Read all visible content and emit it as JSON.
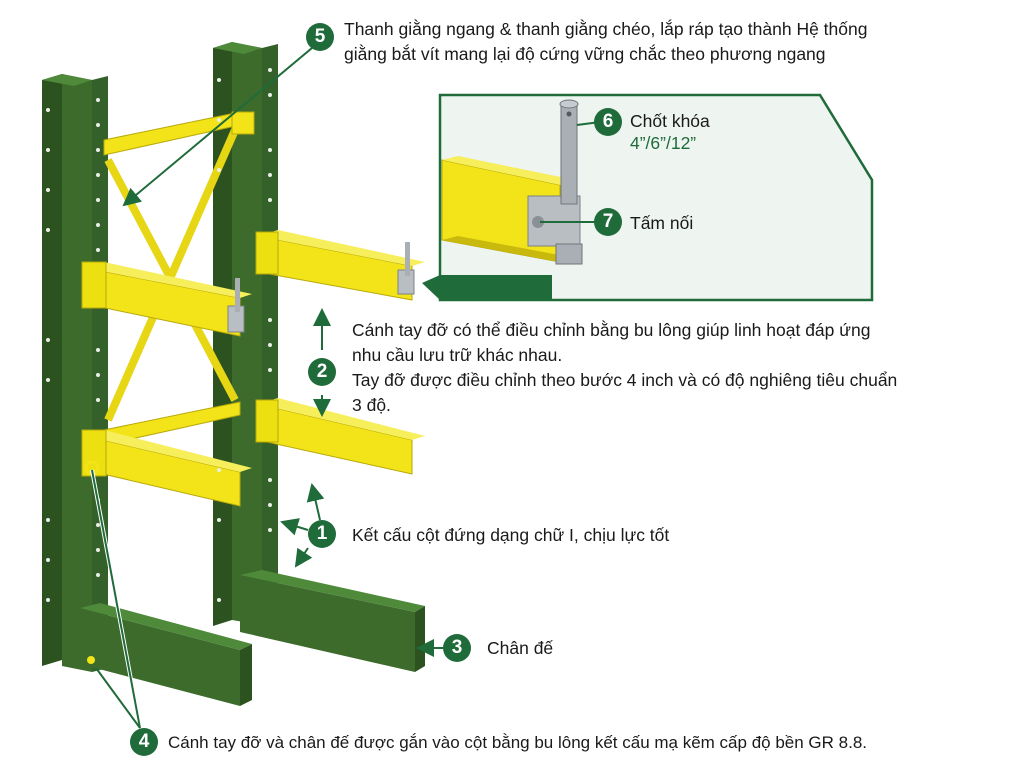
{
  "colors": {
    "column_green": "#3c6b2c",
    "column_dark": "#2c5220",
    "arm_yellow": "#f2e418",
    "arm_shadow": "#c9b90c",
    "badge_green": "#1f6b3a",
    "pin_gray": "#9aa0a6",
    "inset_bg": "#eef4ef"
  },
  "labels": {
    "c5": {
      "number": "5",
      "line1": "Thanh giằng ngang & thanh giằng chéo, lắp ráp tạo thành Hệ thống",
      "line2": "giằng bắt vít mang lại độ cứng vững chắc theo phương ngang"
    },
    "c6": {
      "number": "6",
      "title": "Chốt khóa",
      "sizes": "4”/6”/12”"
    },
    "c7": {
      "number": "7",
      "title": "Tấm nối"
    },
    "c2": {
      "number": "2",
      "line1": "Cánh tay đỡ có thể điều chỉnh bằng bu lông giúp linh hoạt đáp ứng",
      "line2": "nhu cầu lưu trữ khác nhau.",
      "line3": "Tay đỡ được điều chỉnh theo bước 4 inch và có độ nghiêng tiêu chuẩn",
      "line4": "3 độ."
    },
    "c1": {
      "number": "1",
      "text": "Kết cấu cột đứng dạng chữ I, chịu lực tốt"
    },
    "c3": {
      "number": "3",
      "text": "Chân đế"
    },
    "c4": {
      "number": "4",
      "text": "Cánh tay đỡ và chân đế được gắn vào cột bằng bu lông kết cấu mạ kẽm cấp độ bền GR 8.8."
    }
  }
}
